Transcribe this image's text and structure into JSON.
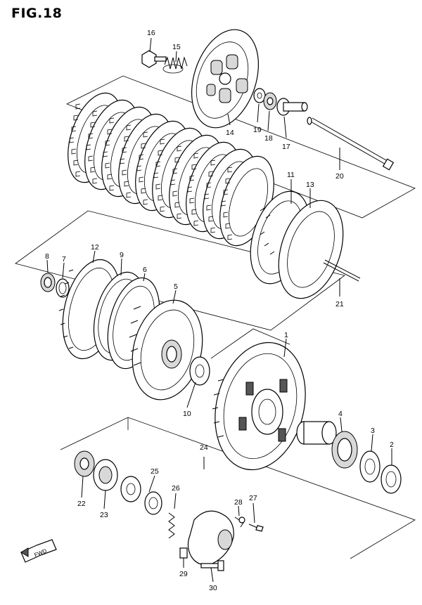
{
  "figure": {
    "title": "FIG.18"
  },
  "direction_badge": {
    "label": "FWD"
  },
  "callouts": [
    {
      "id": "c1",
      "label": "1"
    },
    {
      "id": "c2",
      "label": "2"
    },
    {
      "id": "c3",
      "label": "3"
    },
    {
      "id": "c4",
      "label": "4"
    },
    {
      "id": "c5",
      "label": "5"
    },
    {
      "id": "c6",
      "label": "6"
    },
    {
      "id": "c7",
      "label": "7"
    },
    {
      "id": "c8",
      "label": "8"
    },
    {
      "id": "c9",
      "label": "9"
    },
    {
      "id": "c10",
      "label": "10"
    },
    {
      "id": "c11",
      "label": "11"
    },
    {
      "id": "c12",
      "label": "12"
    },
    {
      "id": "c13",
      "label": "13"
    },
    {
      "id": "c14",
      "label": "14"
    },
    {
      "id": "c15",
      "label": "15"
    },
    {
      "id": "c16",
      "label": "16"
    },
    {
      "id": "c17",
      "label": "17"
    },
    {
      "id": "c18",
      "label": "18"
    },
    {
      "id": "c19",
      "label": "19"
    },
    {
      "id": "c20",
      "label": "20"
    },
    {
      "id": "c21",
      "label": "21"
    },
    {
      "id": "c22",
      "label": "22"
    },
    {
      "id": "c23",
      "label": "23"
    },
    {
      "id": "c24",
      "label": "24"
    },
    {
      "id": "c25",
      "label": "25"
    },
    {
      "id": "c26",
      "label": "26"
    },
    {
      "id": "c27",
      "label": "27"
    },
    {
      "id": "c28",
      "label": "28"
    },
    {
      "id": "c29",
      "label": "29"
    },
    {
      "id": "c30",
      "label": "30"
    }
  ]
}
